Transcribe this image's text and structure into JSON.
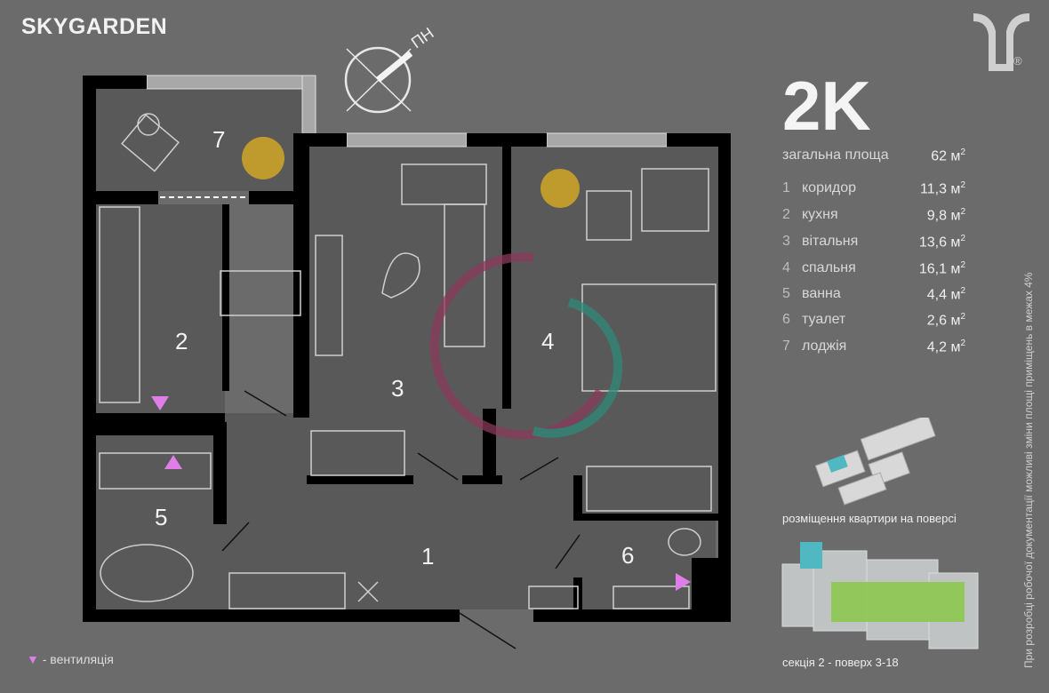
{
  "brand": "SKYGARDEN",
  "compass_label": "ПН",
  "apartment_type": "2K",
  "total": {
    "label": "загальна площа",
    "value": "62 м",
    "unit_sup": "2"
  },
  "rooms": [
    {
      "num": "1",
      "name": "коридор",
      "area": "11,3 м"
    },
    {
      "num": "2",
      "name": "кухня",
      "area": "9,8 м"
    },
    {
      "num": "3",
      "name": "вітальня",
      "area": "13,6 м"
    },
    {
      "num": "4",
      "name": "спальня",
      "area": "16,1 м"
    },
    {
      "num": "5",
      "name": "ванна",
      "area": "4,4 м"
    },
    {
      "num": "6",
      "name": "туалет",
      "area": "2,6 м"
    },
    {
      "num": "7",
      "name": "лоджія",
      "area": "4,2 м"
    }
  ],
  "sup": "2",
  "note": "При розробці робочої документації можливі зміни площі приміщень в межах 4%",
  "floor_placement_label": "розміщення квартири на поверсі",
  "section_label": "секція 2 - поверх 3-18",
  "legend": {
    "symbol": "▼",
    "text": " - вентиляція"
  },
  "logo_mark": "®",
  "colors": {
    "background": "#6b6b6b",
    "wall": "#000000",
    "floor": "#595959",
    "vent": "#e07ee8",
    "accent_green": "#8cc850",
    "accent_teal": "#4fb8c0"
  }
}
